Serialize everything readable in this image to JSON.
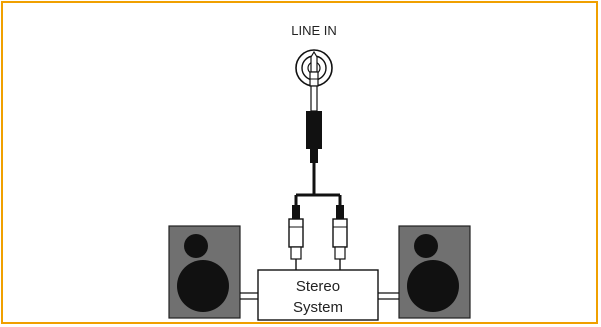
{
  "diagram": {
    "jack_label": "LINE IN",
    "box_label_line1": "Stereo",
    "box_label_line2": "System",
    "colors": {
      "border": "#f0a000",
      "speaker_body": "#707070",
      "speaker_driver": "#111111",
      "cable": "#111111",
      "box_fill": "#ffffff"
    },
    "icons": [
      "line-in-jack-icon",
      "stereo-plug-icon",
      "rca-plug-icon",
      "speaker-icon"
    ]
  }
}
